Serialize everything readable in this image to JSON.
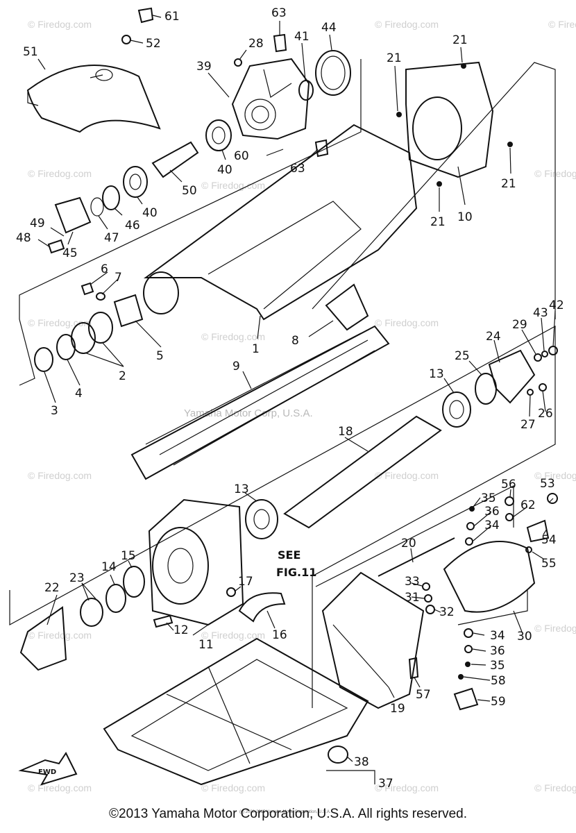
{
  "copyright": "©2013 Yamaha Motor Corporation, U.S.A. All rights reserved.",
  "fine_print": "(c) 2008-2015 Yamaha Motor Corporation, U.S.A.",
  "center_watermark": "Yamaha Motor Corp, U.S.A.",
  "watermark_text": "© Firedog.com",
  "see_note": [
    "SEE",
    "FIG.11"
  ],
  "fwd_label": "FWD",
  "part_labels": [
    "61",
    "52",
    "51",
    "63",
    "28",
    "39",
    "41",
    "44",
    "21",
    "21",
    "60",
    "40",
    "50",
    "40",
    "63",
    "21",
    "21",
    "10",
    "46",
    "47",
    "49",
    "48",
    "45",
    "6",
    "7",
    "1",
    "8",
    "5",
    "2",
    "4",
    "3",
    "42",
    "43",
    "29",
    "24",
    "25",
    "13",
    "9",
    "27",
    "26",
    "18",
    "13",
    "56",
    "53",
    "35",
    "62",
    "36",
    "34",
    "54",
    "55",
    "20",
    "15",
    "14",
    "23",
    "22",
    "17",
    "16",
    "12",
    "11",
    "33",
    "31",
    "32",
    "34",
    "36",
    "35",
    "58",
    "57",
    "59",
    "19",
    "30",
    "38",
    "37"
  ]
}
